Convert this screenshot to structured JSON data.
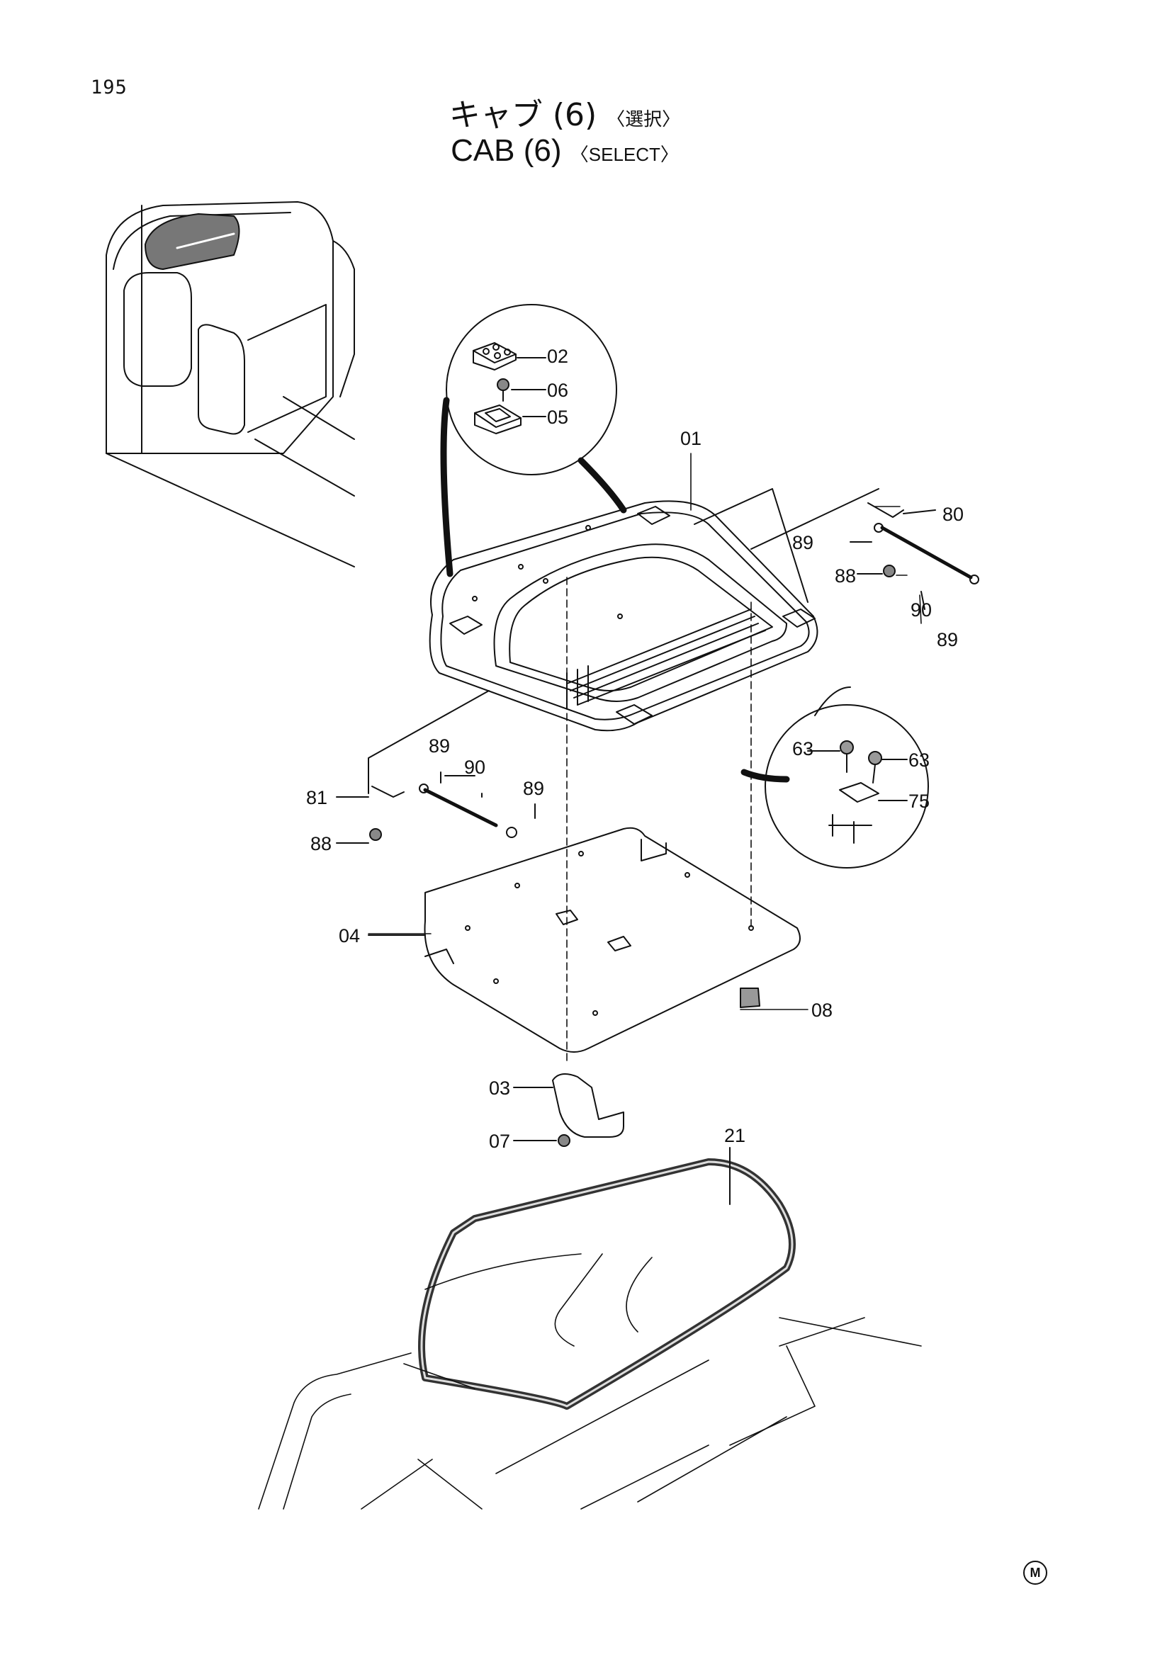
{
  "page": {
    "number": "195",
    "mark": "M"
  },
  "title": {
    "jp_main": "キャブ (6)",
    "jp_sub": "〈選択〉",
    "en_main": "CAB (6)",
    "en_sub": "〈SELECT〉"
  },
  "callouts": {
    "c01": "01",
    "c02": "02",
    "c03": "03",
    "c04": "04",
    "c05": "05",
    "c06": "06",
    "c07": "07",
    "c08": "08",
    "c21": "21",
    "c63a": "63",
    "c63b": "63",
    "c75": "75",
    "c80": "80",
    "c81": "81",
    "c88a": "88",
    "c88b": "88",
    "c89a": "89",
    "c89b": "89",
    "c89c": "89",
    "c89d": "89",
    "c90a": "90",
    "c90b": "90"
  }
}
